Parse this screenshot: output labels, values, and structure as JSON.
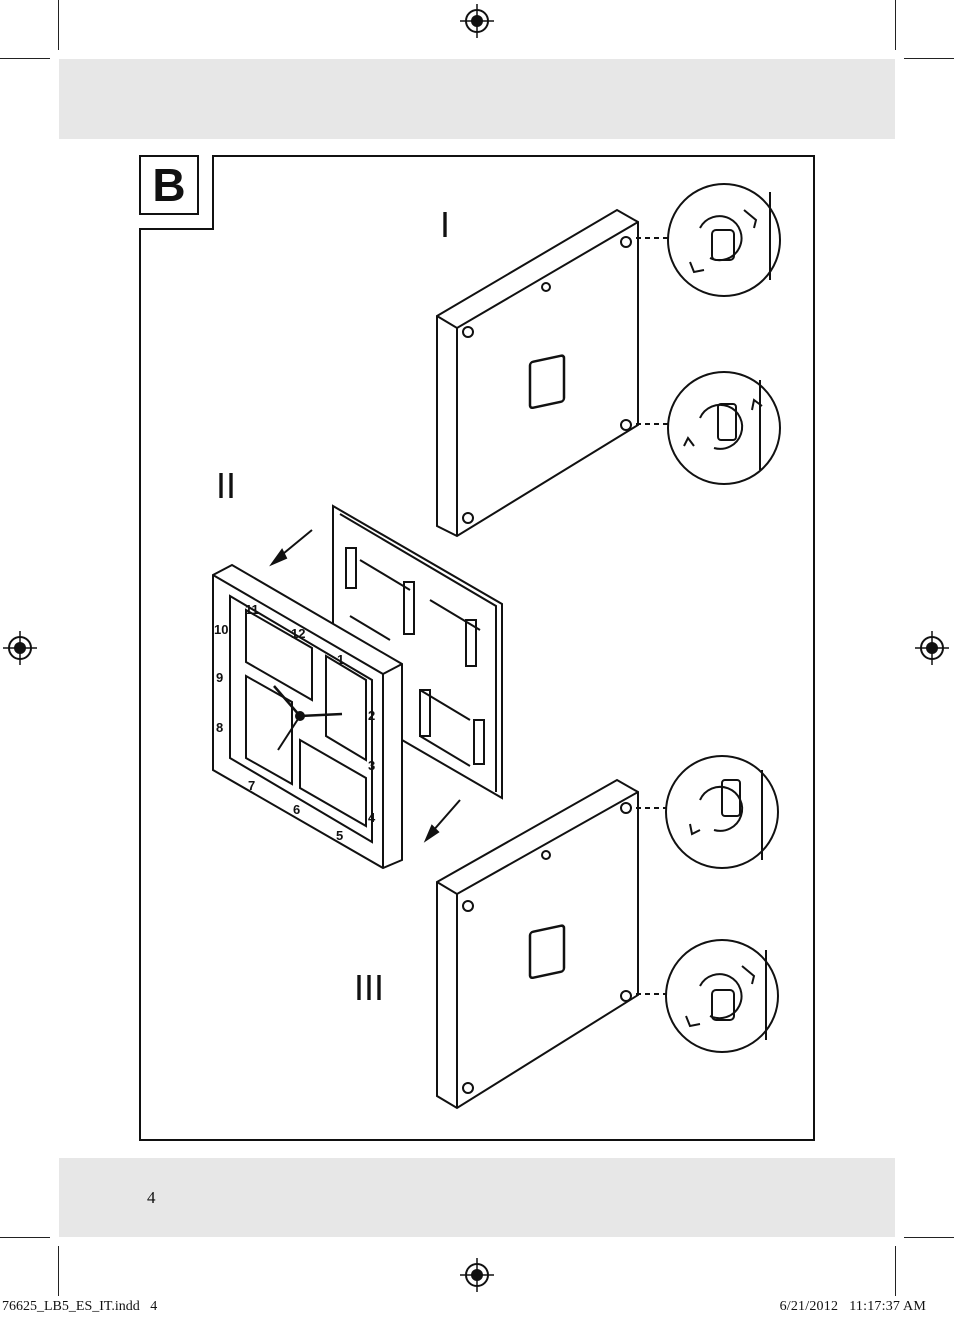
{
  "section": {
    "letter": "B"
  },
  "steps": {
    "one": "I",
    "two": "II",
    "three": "III"
  },
  "clock_numbers": [
    "12",
    "1",
    "2",
    "3",
    "4",
    "5",
    "6",
    "7",
    "8",
    "9",
    "10",
    "11"
  ],
  "footer": {
    "page_number": "4",
    "slug_file": "76625_LB5_ES_IT.indd   4",
    "slug_date": "6/21/2012   11:17:37 AM"
  }
}
